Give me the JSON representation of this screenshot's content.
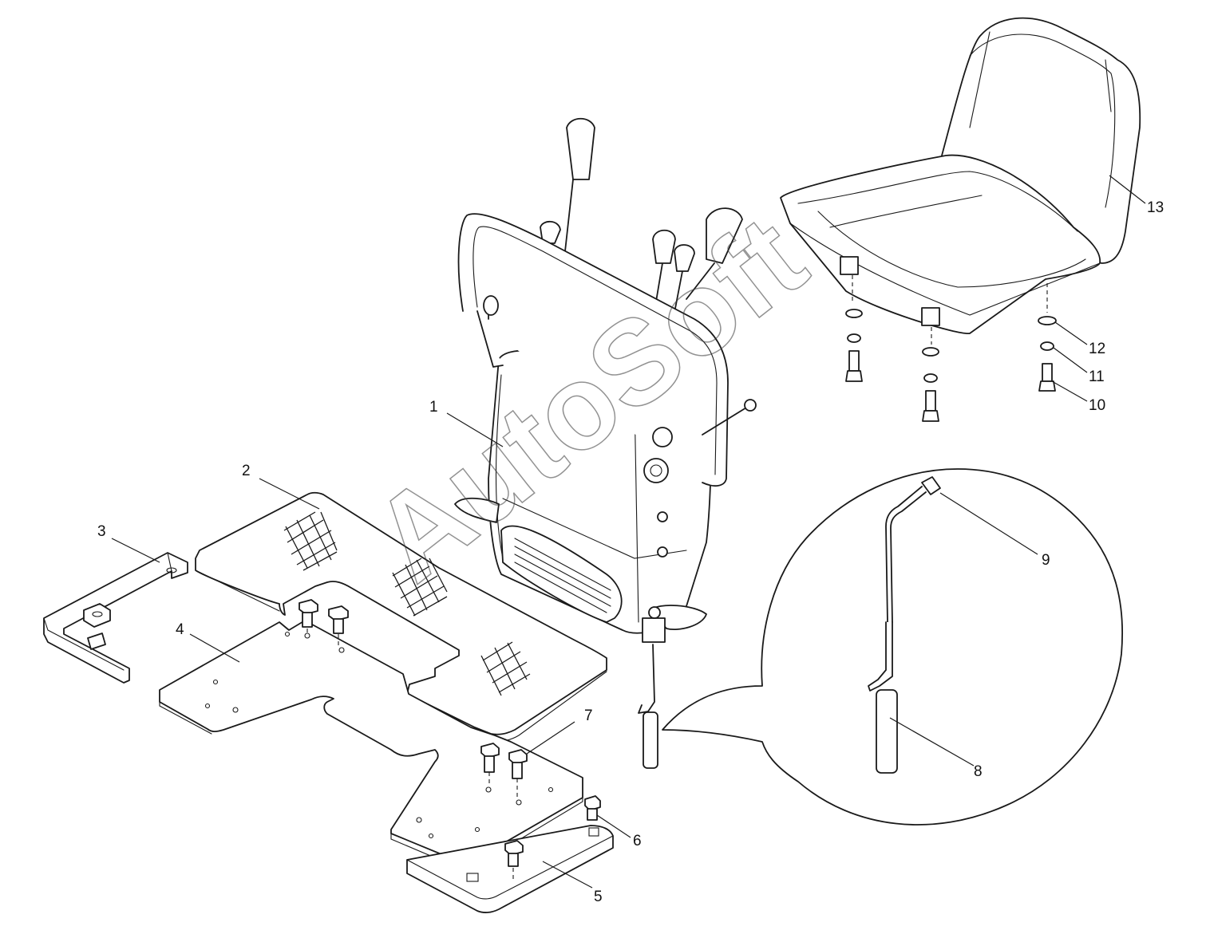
{
  "watermark": {
    "text": "AutoSoft"
  },
  "corner_stamp": "",
  "callouts": [
    {
      "id": "1",
      "label": "1"
    },
    {
      "id": "2",
      "label": "2"
    },
    {
      "id": "3",
      "label": "3"
    },
    {
      "id": "4",
      "label": "4"
    },
    {
      "id": "5",
      "label": "5"
    },
    {
      "id": "6",
      "label": "6"
    },
    {
      "id": "7",
      "label": "7"
    },
    {
      "id": "8",
      "label": "8"
    },
    {
      "id": "9",
      "label": "9"
    },
    {
      "id": "10",
      "label": "10"
    },
    {
      "id": "11",
      "label": "11"
    },
    {
      "id": "12",
      "label": "12"
    },
    {
      "id": "13",
      "label": "13"
    }
  ],
  "colors": {
    "line": "#1a1a1a",
    "background": "#ffffff",
    "watermark": "#3a3a3a"
  }
}
